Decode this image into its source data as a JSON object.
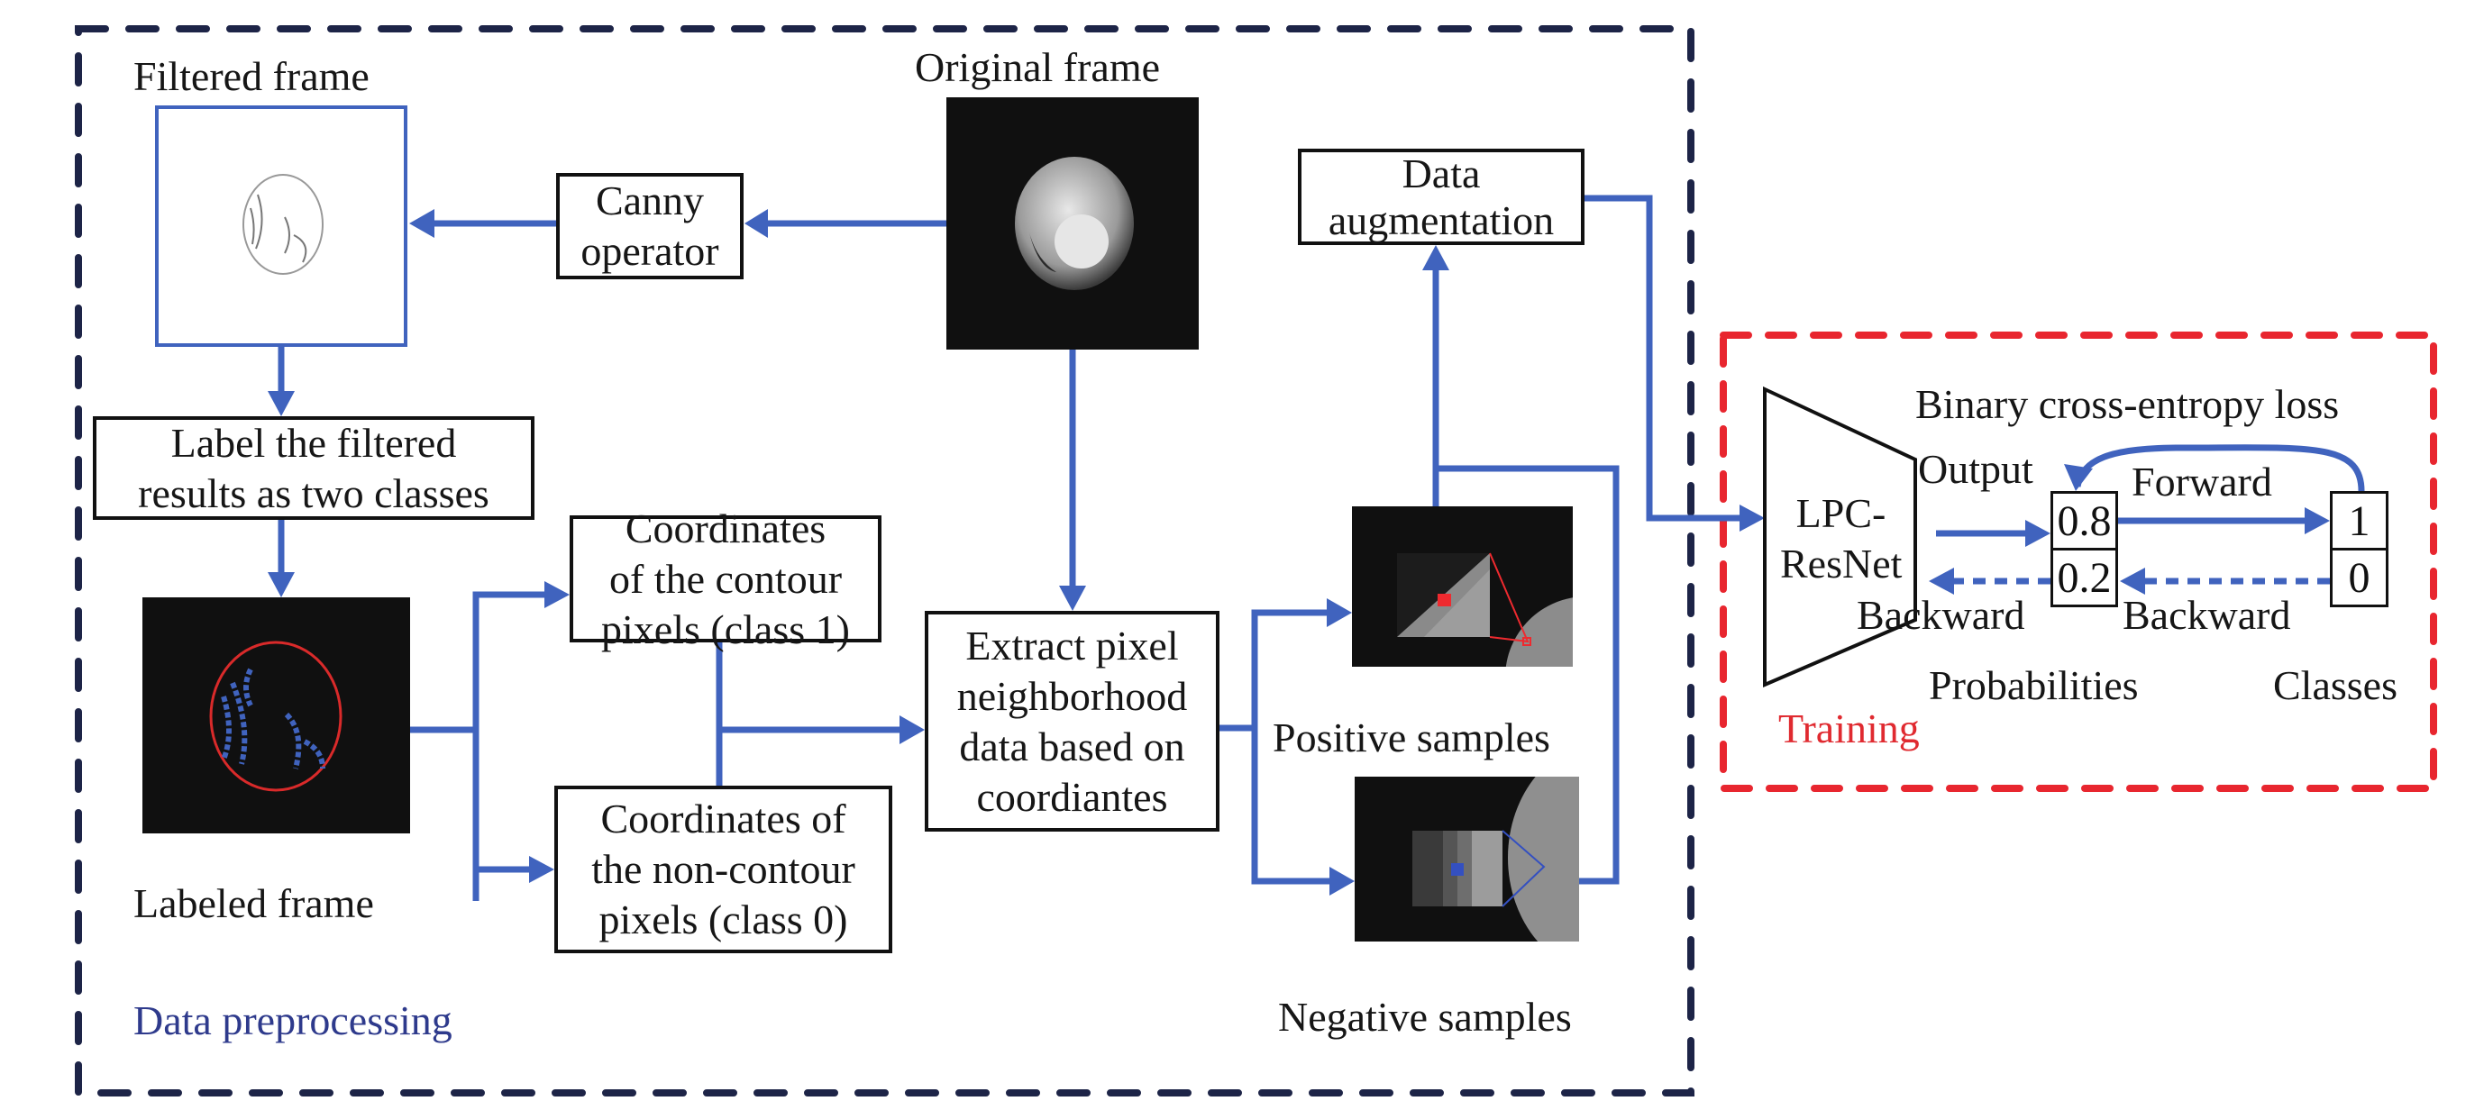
{
  "colors": {
    "flow_arrow": "#4063be",
    "preprocessing_border": "#1d2447",
    "training_border": "#e8262f",
    "preprocessing_title": "#2e3a8c",
    "training_title": "#e02a30",
    "positive_marker": "#ee2a2f",
    "negative_marker": "#3450c0"
  },
  "sections": {
    "preprocessing": {
      "title": "Data preprocessing"
    },
    "training": {
      "title": "Training"
    }
  },
  "nodes": {
    "filtered_frame": {
      "label": "Filtered frame"
    },
    "original_frame": {
      "label": "Original frame"
    },
    "canny": {
      "lines": [
        "Canny",
        "operator"
      ]
    },
    "label_filtered": {
      "lines": [
        "Label the filtered",
        "results as two classes"
      ]
    },
    "labeled_frame": {
      "label": "Labeled frame"
    },
    "coords_contour": {
      "lines": [
        "Coordinates",
        "of the contour",
        "pixels (class 1)"
      ]
    },
    "coords_noncontour": {
      "lines": [
        "Coordinates of",
        "the non-contour",
        "pixels (class 0)"
      ]
    },
    "extract": {
      "lines": [
        "Extract pixel",
        "neighborhood",
        "data based on",
        "coordiantes"
      ]
    },
    "augmentation": {
      "lines": [
        "Data",
        "augmentation"
      ]
    },
    "positive_samples": {
      "label": "Positive samples"
    },
    "negative_samples": {
      "label": "Negative samples"
    }
  },
  "training": {
    "network": {
      "lines": [
        "LPC-",
        "ResNet"
      ]
    },
    "loss_label": "Binary cross-entropy loss",
    "output_label": "Output",
    "forward_label": "Forward",
    "backward_left_label": "Backward",
    "backward_right_label": "Backward",
    "probabilities": {
      "label": "Probabilities",
      "values": [
        "0.8",
        "0.2"
      ]
    },
    "classes": {
      "label": "Classes",
      "values": [
        "1",
        "0"
      ]
    }
  }
}
